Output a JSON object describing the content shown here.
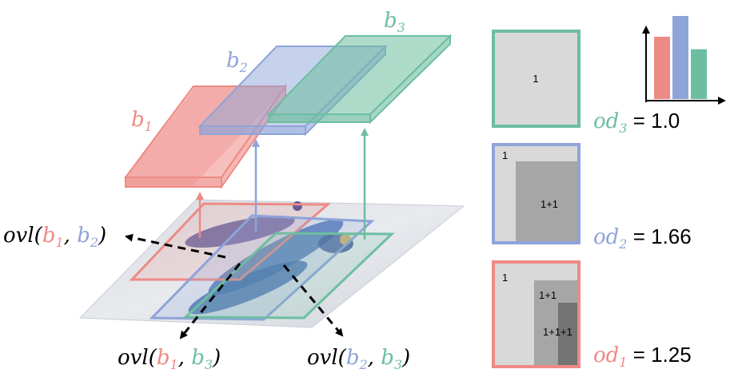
{
  "colors": {
    "red": "#ee8a85",
    "blue": "#8ea4d9",
    "green": "#6dbea0",
    "black": "#000000",
    "cell_light": "#d9d9d9",
    "cell_mid": "#a6a6a6",
    "cell_dark": "#737373"
  },
  "boxes": {
    "b1": {
      "base": "b",
      "sub": "1"
    },
    "b2": {
      "base": "b",
      "sub": "2"
    },
    "b3": {
      "base": "b",
      "sub": "3"
    }
  },
  "overlaps": {
    "ovl_b1_b2": {
      "fn": "ovl(",
      "a": "b",
      "a_sub": "1",
      "comma": ", ",
      "b": "b",
      "b_sub": "2",
      "close": ")"
    },
    "ovl_b1_b3": {
      "fn": "ovl(",
      "a": "b",
      "a_sub": "1",
      "comma": ", ",
      "b": "b",
      "b_sub": "3",
      "close": ")"
    },
    "ovl_b2_b3": {
      "fn": "ovl(",
      "a": "b",
      "a_sub": "2",
      "comma": ", ",
      "b": "b",
      "b_sub": "3",
      "close": ")"
    }
  },
  "panels": {
    "od3": {
      "cell": "1",
      "label": "od",
      "sub": "3",
      "eq": " = 1.0"
    },
    "od2": {
      "cell_outer": "1",
      "cell_inner": "1+1",
      "label": "od",
      "sub": "2",
      "eq": " = 1.66"
    },
    "od1": {
      "cell_outer": "1",
      "cell_mid": "1+1",
      "cell_inner": "1+1+1",
      "label": "od",
      "sub": "1",
      "eq": " = 1.25"
    }
  },
  "bar_chart": {
    "values": [
      0.75,
      1.0,
      0.6
    ]
  }
}
